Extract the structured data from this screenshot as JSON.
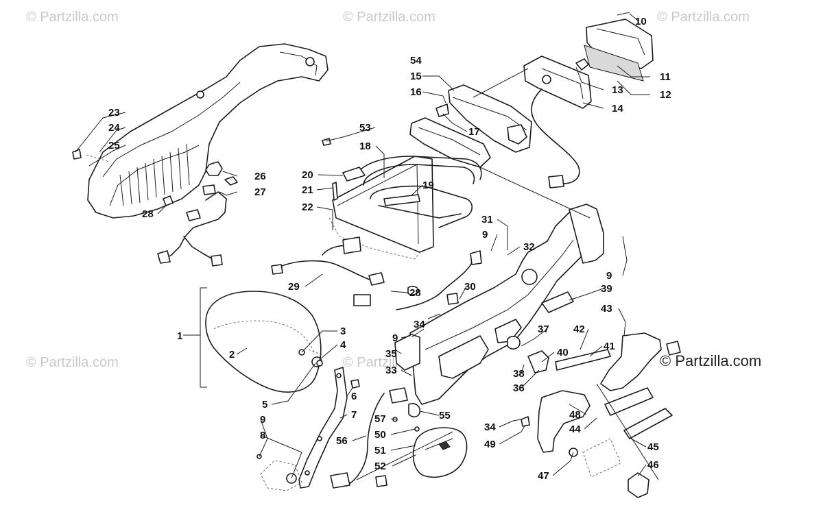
{
  "watermarks": {
    "top_left": "© Partzilla.com",
    "top_center": "© Partzilla.com",
    "top_right": "© Partzilla.com",
    "mid_left": "© Partzilla.com",
    "mid_center": "© Partzilla.com",
    "bottom_right_bold": "© Partzilla.com"
  },
  "callouts": [
    "1",
    "2",
    "3",
    "4",
    "5",
    "6",
    "7",
    "8",
    "9",
    "10",
    "11",
    "12",
    "13",
    "14",
    "15",
    "16",
    "17",
    "18",
    "19",
    "20",
    "21",
    "22",
    "23",
    "24",
    "25",
    "26",
    "27",
    "28",
    "29",
    "30",
    "31",
    "32",
    "33",
    "34",
    "35",
    "36",
    "37",
    "38",
    "39",
    "40",
    "41",
    "42",
    "43",
    "44",
    "45",
    "46",
    "47",
    "48",
    "49",
    "50",
    "51",
    "52",
    "53",
    "54",
    "55",
    "56",
    "57"
  ]
}
